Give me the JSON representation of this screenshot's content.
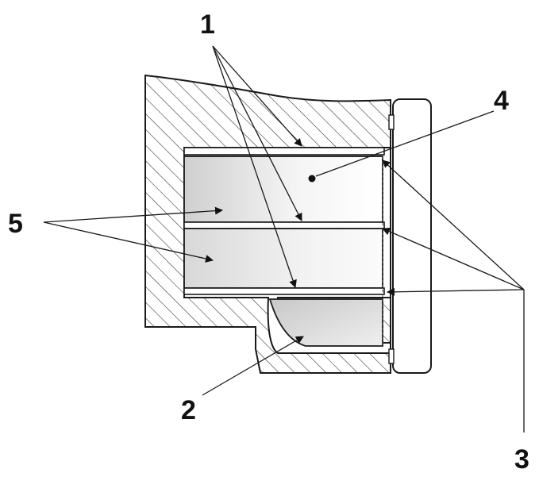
{
  "diagram": {
    "labels": {
      "one": "1",
      "two": "2",
      "three": "3",
      "four": "4",
      "five": "5"
    }
  },
  "colors": {
    "line": "#1a1a1a",
    "housing_fill": "#ffffff",
    "pad_light": "#f4f4f4",
    "pad_dark": "#cfcfcf",
    "gap_fill": "#ffffff"
  }
}
